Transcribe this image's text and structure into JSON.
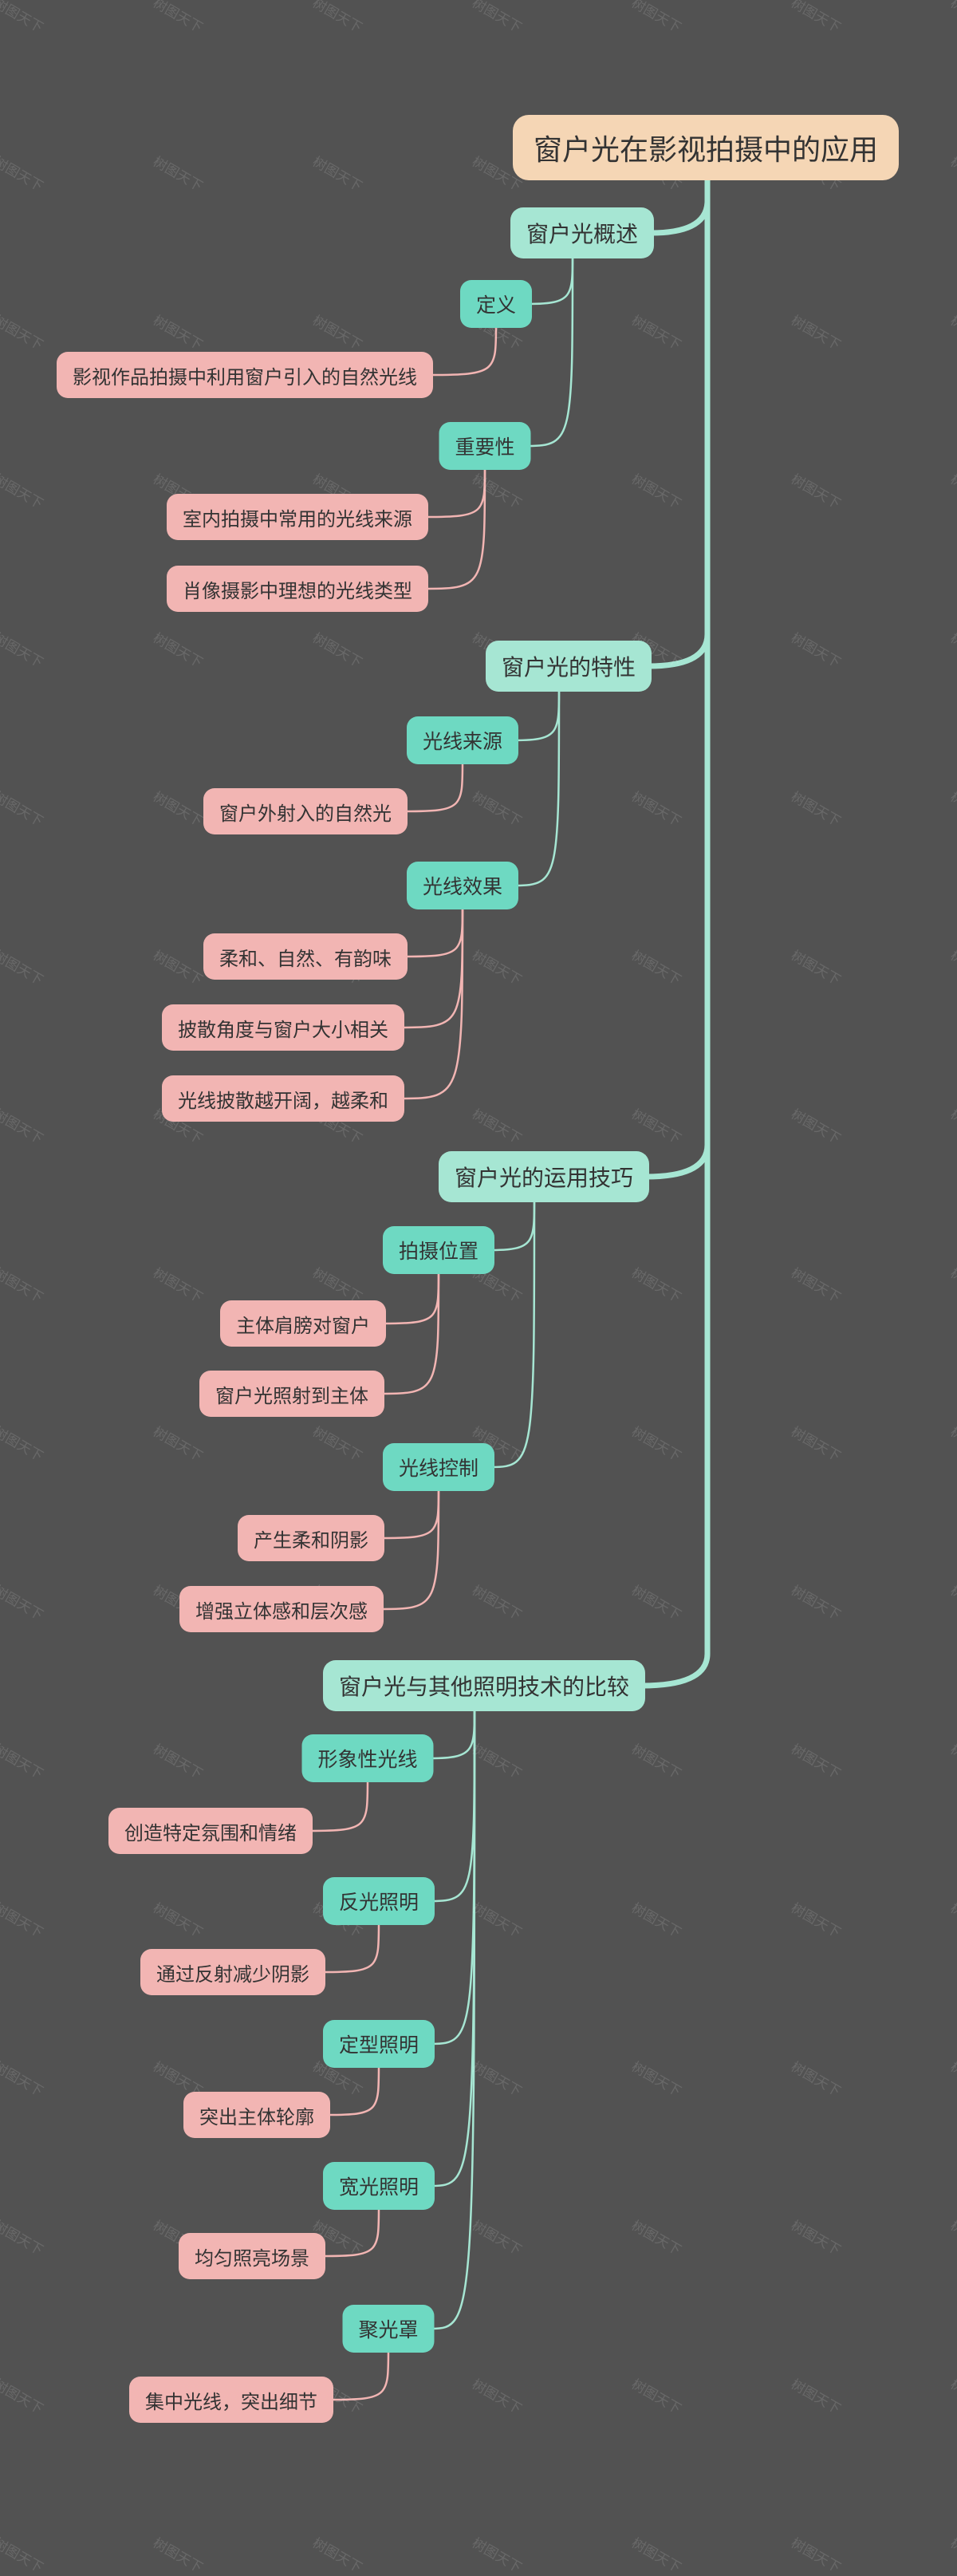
{
  "colors": {
    "background": "#525252",
    "root_fill": "#F5D6B5",
    "level1_fill": "#A6E6D3",
    "level2_fill": "#6ED9C2",
    "leaf_fill": "#F2B5B3",
    "teal_line": "#A6E6D3",
    "pink_line": "#F2B5B3"
  },
  "watermark_text": "树图天下",
  "root": {
    "label": "窗户光在影视拍摄中的应用",
    "children": [
      {
        "label": "窗户光概述",
        "children": [
          {
            "label": "定义",
            "children": [
              {
                "label": "影视作品拍摄中利用窗户引入的自然光线"
              }
            ]
          },
          {
            "label": "重要性",
            "children": [
              {
                "label": "室内拍摄中常用的光线来源"
              },
              {
                "label": "肖像摄影中理想的光线类型"
              }
            ]
          }
        ]
      },
      {
        "label": "窗户光的特性",
        "children": [
          {
            "label": "光线来源",
            "children": [
              {
                "label": "窗户外射入的自然光"
              }
            ]
          },
          {
            "label": "光线效果",
            "children": [
              {
                "label": "柔和、自然、有韵味"
              },
              {
                "label": "披散角度与窗户大小相关"
              },
              {
                "label": "光线披散越开阔，越柔和"
              }
            ]
          }
        ]
      },
      {
        "label": "窗户光的运用技巧",
        "children": [
          {
            "label": "拍摄位置",
            "children": [
              {
                "label": "主体肩膀对窗户"
              },
              {
                "label": "窗户光照射到主体"
              }
            ]
          },
          {
            "label": "光线控制",
            "children": [
              {
                "label": "产生柔和阴影"
              },
              {
                "label": "增强立体感和层次感"
              }
            ]
          }
        ]
      },
      {
        "label": "窗户光与其他照明技术的比较",
        "children": [
          {
            "label": "形象性光线",
            "children": [
              {
                "label": "创造特定氛围和情绪"
              }
            ]
          },
          {
            "label": "反光照明",
            "children": [
              {
                "label": "通过反射减少阴影"
              }
            ]
          },
          {
            "label": "定型照明",
            "children": [
              {
                "label": "突出主体轮廓"
              }
            ]
          },
          {
            "label": "宽光照明",
            "children": [
              {
                "label": "均匀照亮场景"
              }
            ]
          },
          {
            "label": "聚光罩",
            "children": [
              {
                "label": "集中光线，突出细节"
              }
            ]
          }
        ]
      }
    ]
  }
}
